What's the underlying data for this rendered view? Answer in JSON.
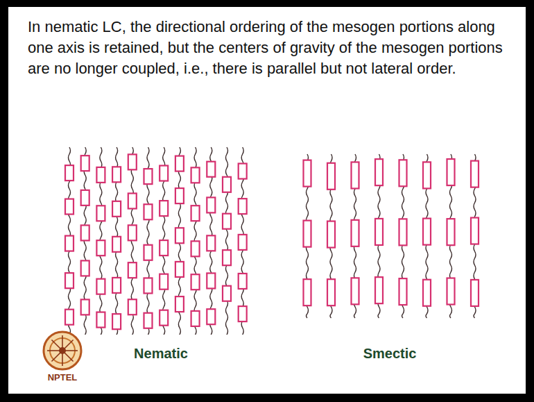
{
  "diagram": {
    "title": "In nematic LC, the directional ordering of the mesogen portions along one axis is retained, but the centers of gravity of the mesogen portions are no longer coupled, i.e., there is parallel but not lateral order.",
    "labels": [
      "Nematic",
      "Smectic",
      "NPTEL"
    ]
  }
}
